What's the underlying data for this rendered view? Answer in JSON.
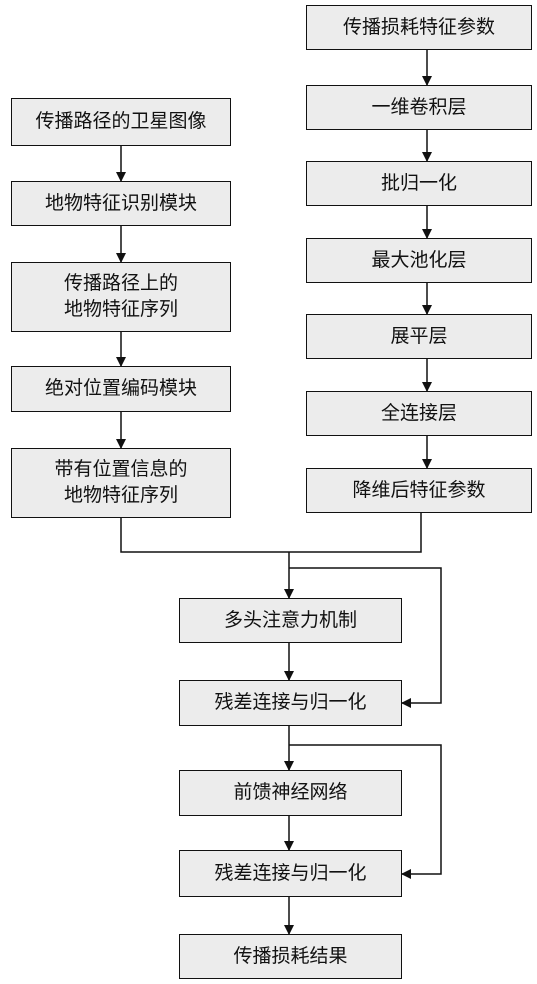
{
  "diagram": {
    "left_column": {
      "satellite_image": "传播路径的卫星图像",
      "feature_recognition": "地物特征识别模块",
      "feature_sequence": "传播路径上的\n地物特征序列",
      "position_encoding": "绝对位置编码模块",
      "positioned_sequence": "带有位置信息的\n地物特征序列"
    },
    "right_column": {
      "loss_params": "传播损耗特征参数",
      "conv1d": "一维卷积层",
      "batch_norm": "批归一化",
      "max_pool": "最大池化层",
      "flatten": "展平层",
      "fully_connected": "全连接层",
      "reduced_params": "降维后特征参数"
    },
    "bottom": {
      "multi_head_attention": "多头注意力机制",
      "residual_norm_1": "残差连接与归一化",
      "feed_forward": "前馈神经网络",
      "residual_norm_2": "残差连接与归一化",
      "result": "传播损耗结果"
    }
  }
}
